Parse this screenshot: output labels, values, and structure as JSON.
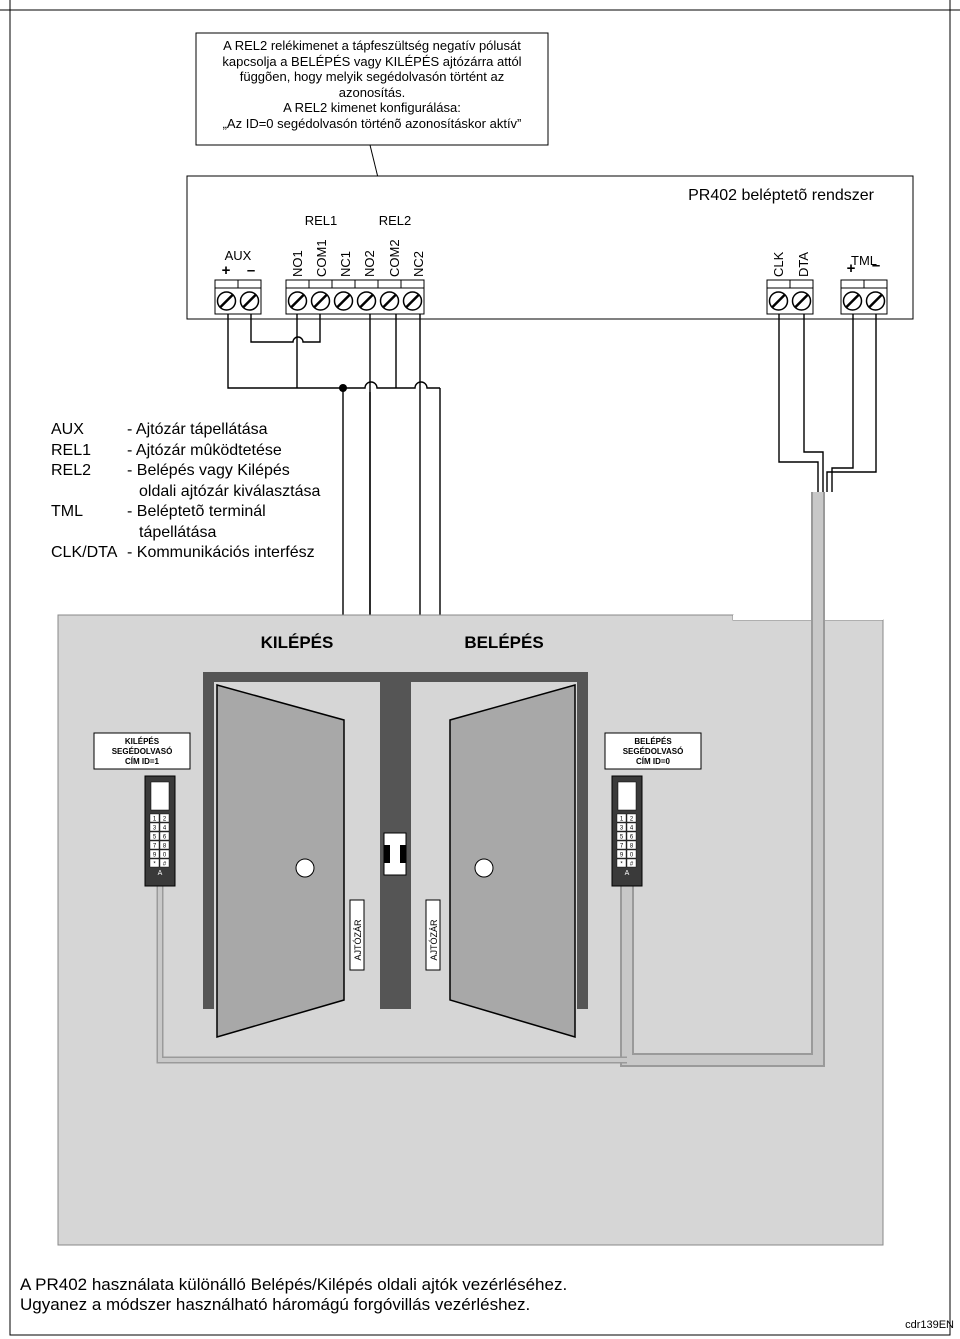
{
  "callout": {
    "lines": [
      "A REL2 relékimenet a tápfeszültség negatív pólusát",
      "kapcsolja a BELÉPÉS vagy KILÉPÉS ajtózárra attól",
      "függõen, hogy melyik segédolvasón történt az",
      "azonosítás.",
      "A REL2 kimenet konfigurálása:",
      "„Az ID=0 segédolvasón történõ azonosításkor aktív”"
    ]
  },
  "controller": {
    "title": "PR402 beléptetõ rendszer",
    "group_labels": {
      "rel1": "REL1",
      "rel2": "REL2",
      "aux": "AUX",
      "tml": "TML"
    },
    "aux_plus": "+",
    "aux_minus": "–",
    "tml_plus": "+",
    "tml_minus": "–",
    "terminals": [
      "NO1",
      "COM1",
      "NC1",
      "NO2",
      "COM2",
      "NC2"
    ],
    "bus_terminals": [
      "CLK",
      "DTA"
    ]
  },
  "legend": {
    "rows": [
      {
        "key": "AUX",
        "desc": "- Ajtózár tápellátása"
      },
      {
        "key": "REL1",
        "desc": "- Ajtózár mûködtetése"
      },
      {
        "key": "REL2",
        "desc": "- Belépés vagy Kilépés"
      },
      {
        "key": "",
        "desc": "oldali ajtózár kiválasztása"
      },
      {
        "key": "TML",
        "desc": "- Beléptetõ terminál"
      },
      {
        "key": "",
        "desc": "tápellátása"
      },
      {
        "key": "CLK/DTA",
        "desc": "- Kommunikációs interfész"
      }
    ]
  },
  "scene": {
    "exit_label": "KILÉPÉS",
    "entry_label": "BELÉPÉS",
    "left_reader": [
      "KILÉPÉS",
      "SEGÉDOLVASÓ",
      "CÍM ID=1"
    ],
    "right_reader": [
      "BELÉPÉS",
      "SEGÉDOLVASÓ",
      "CÍM ID=0"
    ],
    "lock_label": "AJTÓZÁR",
    "keypad_keys": [
      "1",
      "2",
      "3",
      "4",
      "5",
      "6",
      "7",
      "8",
      "9",
      "0",
      "*",
      "#"
    ],
    "keypad_bottom": "A"
  },
  "footer": {
    "line1": "A PR402 használata különálló Belépés/Kilépés oldali ajtók vezérléséhez.",
    "line2": "Ugyanez a módszer használható háromágú forgóvillás vezérléshez."
  },
  "code": "cdr139EN",
  "colors": {
    "wall": "#d6d6d6",
    "frame": "#505050",
    "door": "#a8a8a8",
    "cable": "#b4b4b4"
  }
}
